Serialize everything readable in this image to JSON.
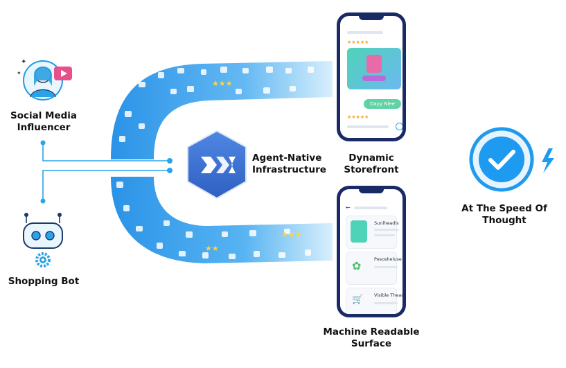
{
  "nodes": {
    "social_influencer": "Social Media\nInfluencer",
    "shopping_bot": "Shopping Bot",
    "infrastructure": "Agent-Native\nInfrastructure",
    "storefront": "Dynamic\nStorefront",
    "machine_surface": "Machine Readable\nSurface",
    "speed": "At The Speed Of\nThought"
  },
  "storefront_phone": {
    "button_label": "Dayy Nlee"
  },
  "surface_phone": {
    "rows": [
      "Sunlheadis",
      "Pesosheluse",
      "Visible Theadder"
    ]
  },
  "colors": {
    "band_dark": "#1f8de6",
    "band_light": "#bfe3fa",
    "logo_blue": "#3f74d6",
    "check_blue": "#1e9bf0",
    "phone_frame": "#1a2a66",
    "node_blue": "#2aa3e8"
  },
  "icons": [
    "influencer-avatar-icon",
    "play-icon",
    "robot-icon",
    "gear-icon",
    "logo-icon",
    "check-icon",
    "lightning-icon",
    "star-icon",
    "cart-icon"
  ]
}
